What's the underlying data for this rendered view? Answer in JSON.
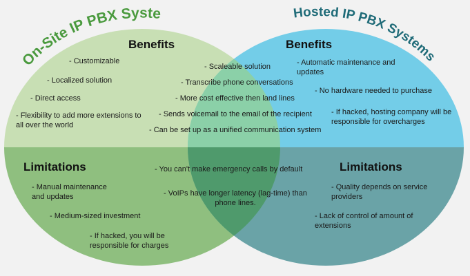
{
  "left_title": "On-Site IP PBX Systems",
  "right_title": "Hosted IP PBX Systems",
  "colors": {
    "left_top": "#c8dfb4",
    "left_bottom": "#8fbf7f",
    "right_top": "#73cde8",
    "right_bottom": "#6aa3a7",
    "overlap_top": "#8bd0a8",
    "overlap_bottom": "#4f9a6c",
    "left_title_color": "#4a9a3e",
    "right_title_color": "#1f6b78"
  },
  "left": {
    "benefits_heading": "Benefits",
    "benefits": [
      "- Customizable",
      "- Localized solution",
      "- Direct access",
      "- Flexibility to add more extensions to all over the world"
    ],
    "limitations_heading": "Limitations",
    "limitations": [
      "- Manual maintenance and updates",
      "- Medium-sized investment",
      "- If hacked, you will be responsible for charges"
    ]
  },
  "right": {
    "benefits_heading": "Benefits",
    "benefits": [
      "- Automatic maintenance and updates",
      "- No hardware needed to purchase",
      "- If hacked, hosting company will be responsible for overcharges"
    ],
    "limitations_heading": "Limitations",
    "limitations": [
      "- Quality depends on service providers",
      "- Lack of control of amount of extensions"
    ]
  },
  "shared": {
    "benefits": [
      "- Scaleable solution",
      "- Transcribe phone conversations",
      "- More cost effective then land lines",
      "- Sends voicemail to the email of the recipient",
      "- Can be set up as a unified communication system"
    ],
    "limitations": [
      "- You can't make emergency calls by default",
      "- VoIPs have longer latency (lag-time) than phone lines."
    ]
  }
}
